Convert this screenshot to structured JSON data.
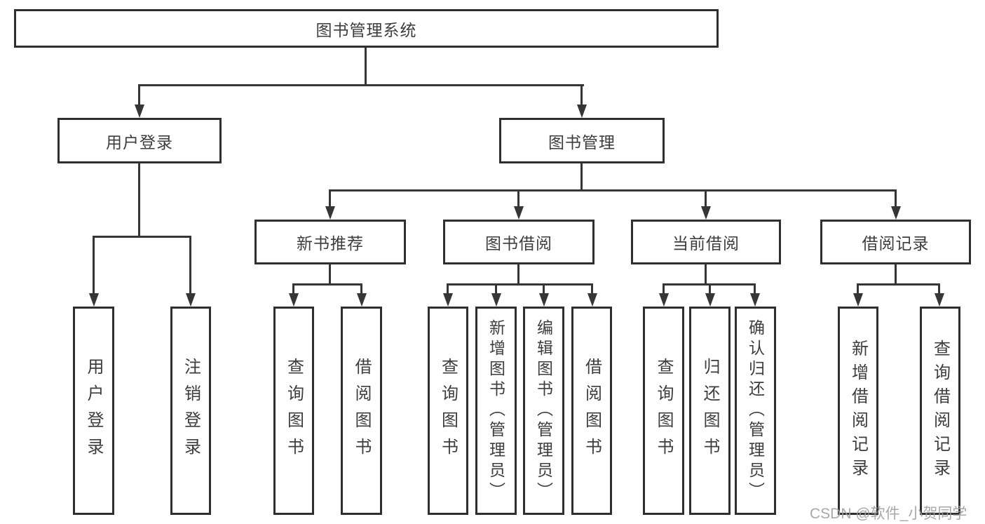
{
  "tree": {
    "root": {
      "label": "图书管理系统",
      "children": [
        {
          "label": "用户登录",
          "children": [
            {
              "label": "用户登录"
            },
            {
              "label": "注销登录"
            }
          ]
        },
        {
          "label": "图书管理",
          "children": [
            {
              "label": "新书推荐",
              "children": [
                {
                  "label": "查询图书"
                },
                {
                  "label": "借阅图书"
                }
              ]
            },
            {
              "label": "图书借阅",
              "children": [
                {
                  "label": "查询图书"
                },
                {
                  "label": "新增图书（管理员）"
                },
                {
                  "label": "编辑图书（管理员）"
                },
                {
                  "label": "借阅图书"
                }
              ]
            },
            {
              "label": "当前借阅",
              "children": [
                {
                  "label": "查询图书"
                },
                {
                  "label": "归还图书"
                },
                {
                  "label": "确认归还（管理员）"
                }
              ]
            },
            {
              "label": "借阅记录",
              "children": [
                {
                  "label": "新增借阅记录"
                },
                {
                  "label": "查询借阅记录"
                }
              ]
            }
          ]
        }
      ]
    }
  },
  "watermark": {
    "text": "CSDN @软件_小贺同学"
  },
  "colors": {
    "line": "#363636",
    "box_border": "#2f2f2f",
    "box_fill": "#ffffff",
    "text": "#3d3d3d",
    "watermark": "#9f9f9f"
  }
}
